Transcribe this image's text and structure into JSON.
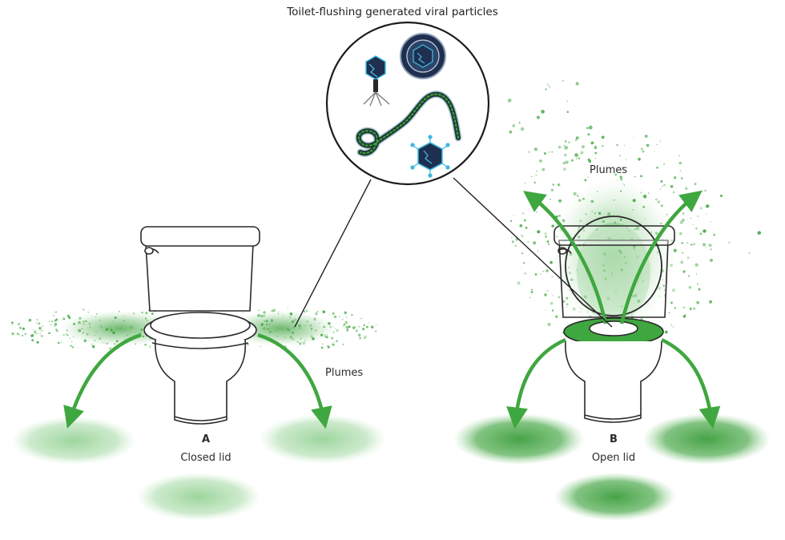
{
  "title": "Toilet-flushing generated viral particles",
  "panel_a": {
    "letter": "A",
    "caption": "Closed lid",
    "plumes_label": "Plumes"
  },
  "panel_b": {
    "letter": "B",
    "caption": "Open lid",
    "plumes_label": "Plumes"
  },
  "colors": {
    "plume_green": "#3fa73f",
    "puddle_green": "#5cb85c",
    "virus_navy": "#1f2f4f",
    "virus_cyan": "#3fb8e0",
    "outline": "#2a2a2a"
  },
  "inset_icons": [
    "bacteriophage-icon",
    "coronavirus-icon",
    "filovirus-icon",
    "adenovirus-icon"
  ]
}
